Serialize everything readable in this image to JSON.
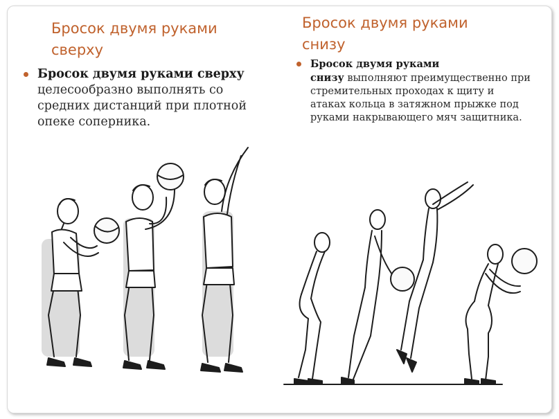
{
  "left": {
    "title": "Бросок двумя руками сверху",
    "bullet": {
      "bold": "Бросок двумя руками сверху",
      "text": " целесообразно выполнять со средних дистанций при плотной опеке соперника."
    }
  },
  "right": {
    "title": "Бросок двумя руками снизу",
    "bullet": {
      "bold1": "Бросок двумя руками",
      "bold2": "снизу",
      "text": " выполняют преимущественно при стремительных проходах к щиту и атаках кольца в затяжном прыжке под руками накрывающего мяч защитника."
    }
  },
  "colors": {
    "accent": "#c0622d",
    "text": "#2b2b2b"
  }
}
